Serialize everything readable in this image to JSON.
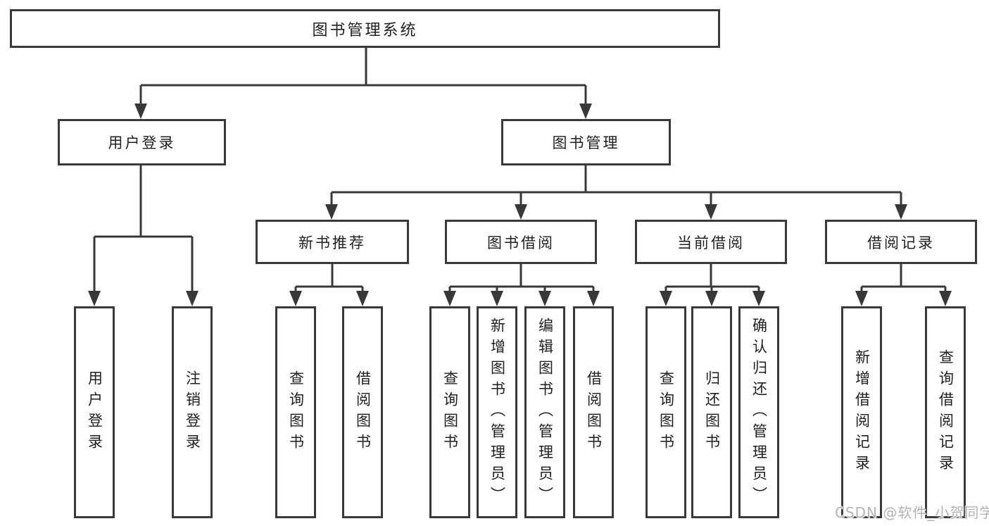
{
  "colors": {
    "line": "#383838",
    "border": "#3a3a3a",
    "text": "#1f1f1f",
    "watermark_text": "#b3b3b3",
    "background": "#ffffff"
  },
  "watermark": "CSDN @软件_小贺同学",
  "tree": {
    "label": "图书管理系统",
    "children": [
      {
        "label": "用户登录",
        "children": [
          {
            "label": "用户登录"
          },
          {
            "label": "注销登录"
          }
        ]
      },
      {
        "label": "图书管理",
        "children": [
          {
            "label": "新书推荐",
            "children": [
              {
                "label": "查询图书"
              },
              {
                "label": "借阅图书"
              }
            ]
          },
          {
            "label": "图书借阅",
            "children": [
              {
                "label": "查询图书"
              },
              {
                "label": "新增图书（管理员）"
              },
              {
                "label": "编辑图书（管理员）"
              },
              {
                "label": "借阅图书"
              }
            ]
          },
          {
            "label": "当前借阅",
            "children": [
              {
                "label": "查询图书"
              },
              {
                "label": "归还图书"
              },
              {
                "label": "确认归还（管理员）"
              }
            ]
          },
          {
            "label": "借阅记录",
            "children": [
              {
                "label": "新增借阅记录"
              },
              {
                "label": "查询借阅记录"
              }
            ]
          }
        ]
      }
    ]
  }
}
